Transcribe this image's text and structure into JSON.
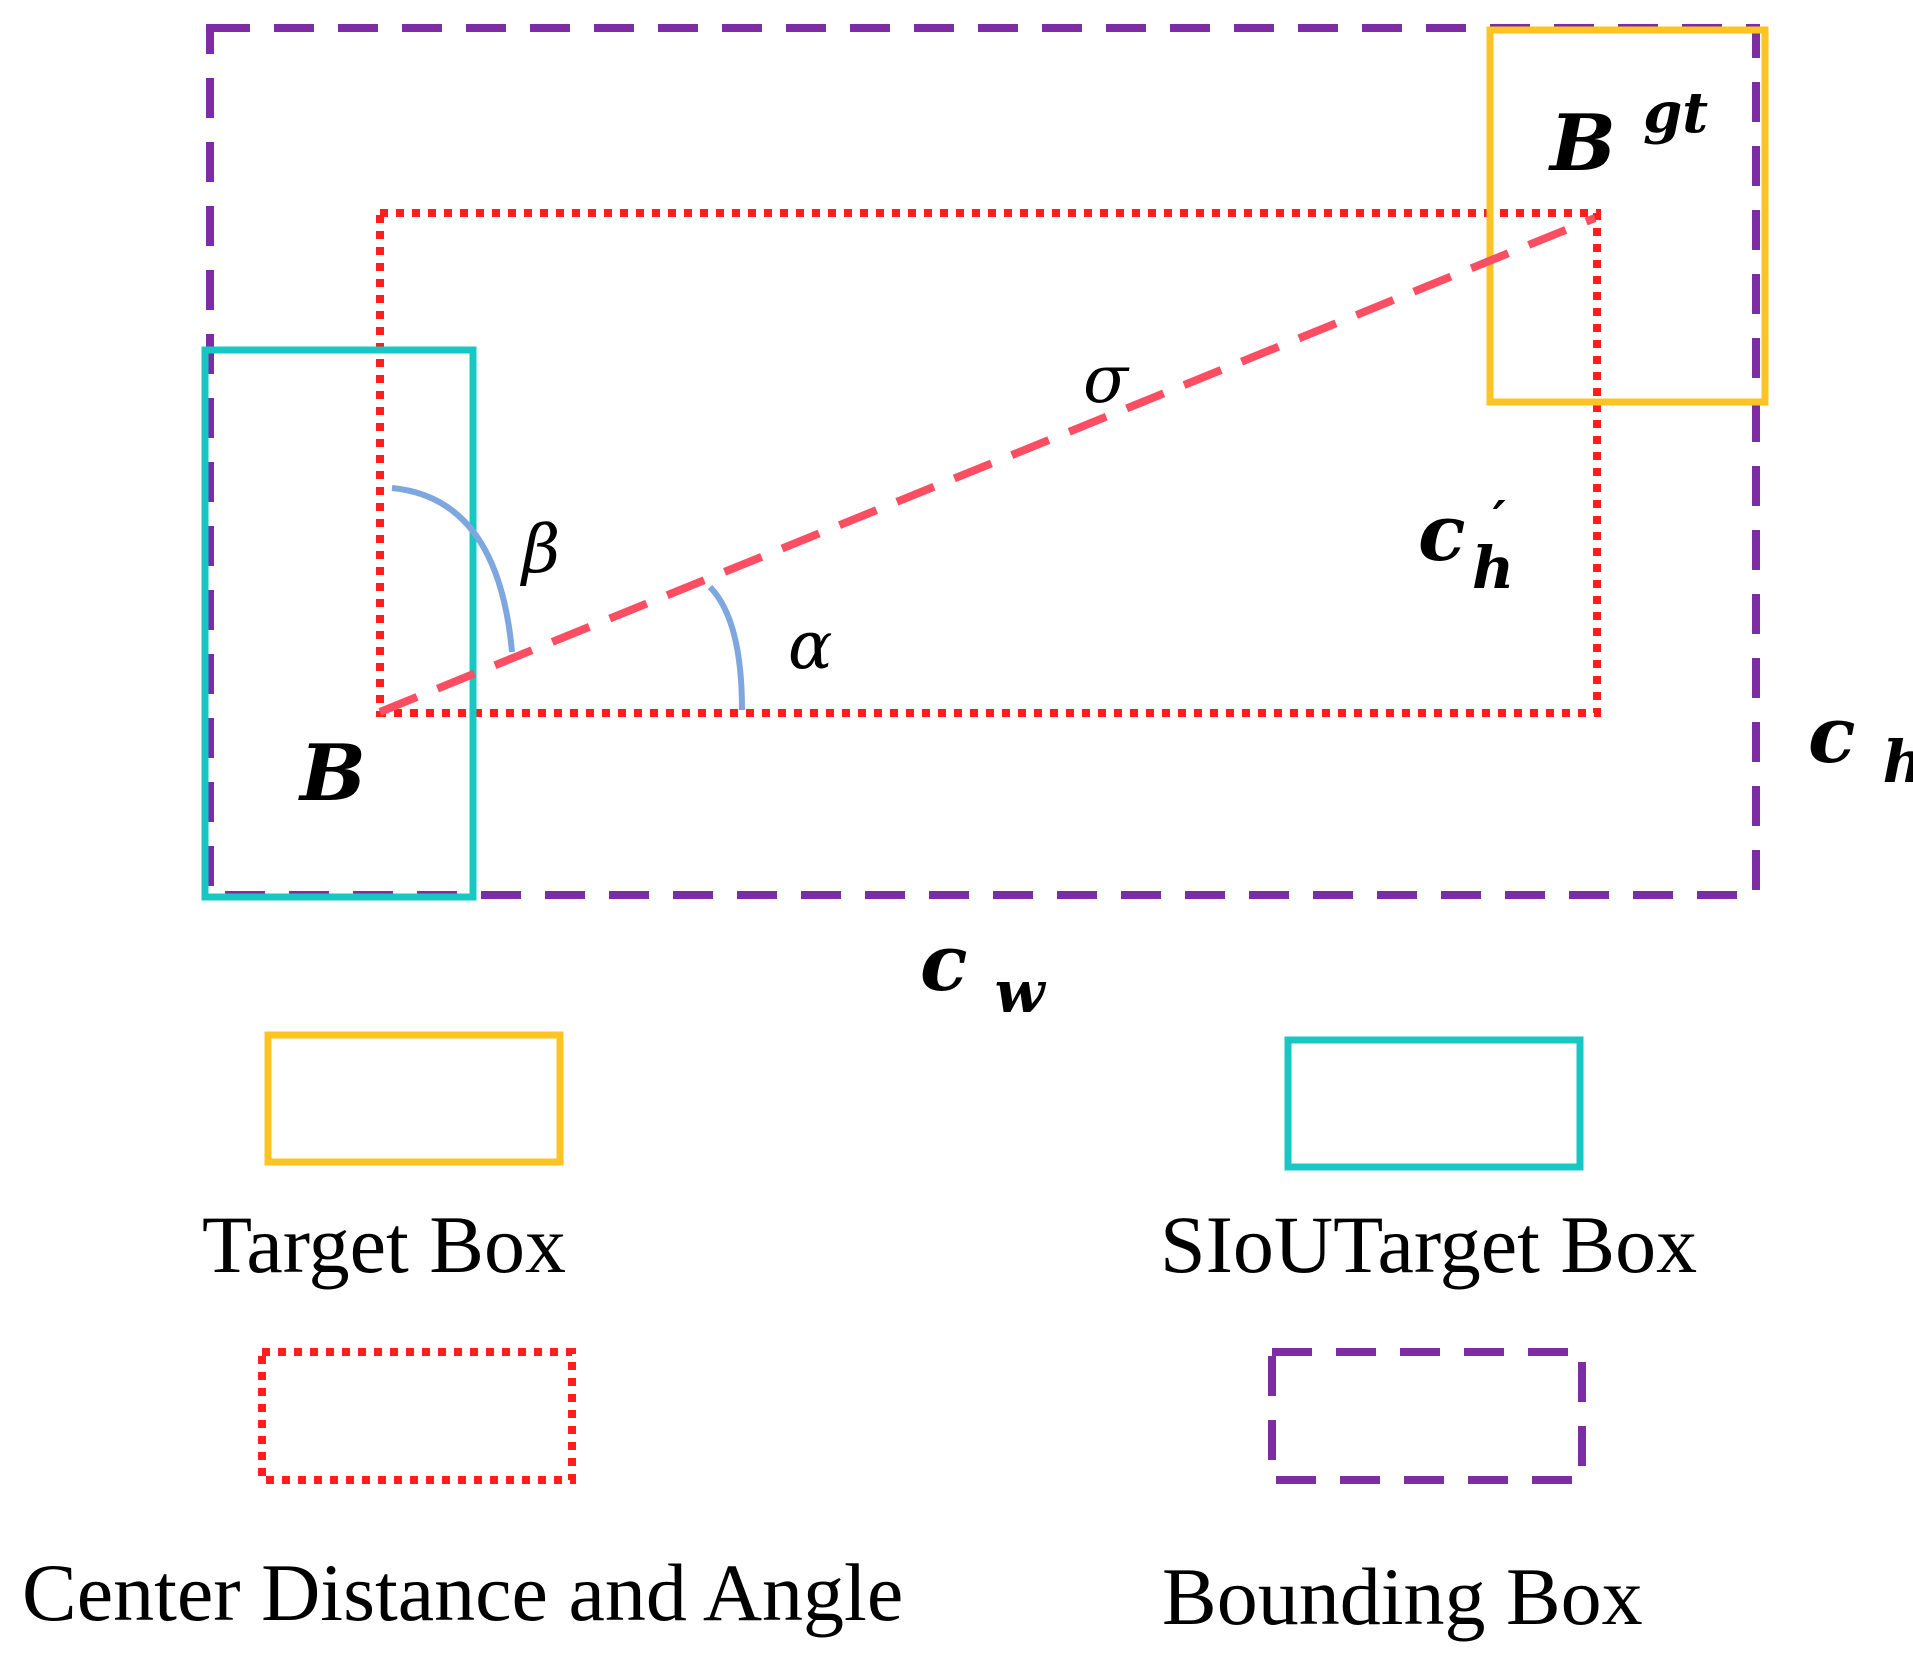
{
  "colors": {
    "target_box": "#fec424",
    "siou_box": "#17c7c4",
    "center_distance": "#ff1e1e",
    "bounding_box": "#7d2ca4",
    "sigma_line": "#fc4e63",
    "angle_arc": "#7ea7e0"
  },
  "labels": {
    "B": "B",
    "Bgt_base": "B",
    "Bgt_sup": "gt",
    "sigma": "σ",
    "beta": "β",
    "alpha": "α",
    "ch_prime_base": "c",
    "ch_prime_prime": "′",
    "ch_prime_sub": "h",
    "ch_base": "c",
    "ch_sub": "h",
    "cw_base": "c",
    "cw_sub": "w"
  },
  "legend": {
    "target_box": "Target Box",
    "siou_box": "SIoUTarget Box",
    "center_distance": "Center Distance and Angle",
    "bounding_box": "Bounding Box"
  }
}
